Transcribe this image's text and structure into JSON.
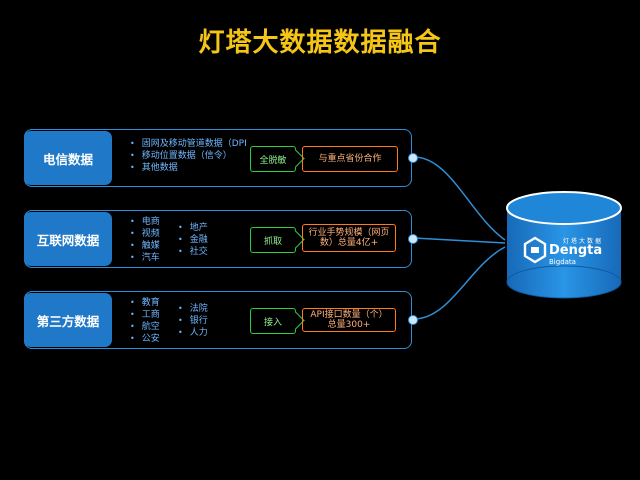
{
  "title": "灯塔大数据数据融合",
  "rows": [
    {
      "label": "电信数据",
      "items_col1": [
        "固网及移动管道数据（DPI",
        "移动位置数据（信令）",
        "其他数据"
      ],
      "items_col2": [],
      "action": "全脱敏",
      "note": "与重点省份合作"
    },
    {
      "label": "互联网数据",
      "items_col1": [
        "电商",
        "视频",
        "触媒",
        "汽车"
      ],
      "items_col2": [
        "地产",
        "金融",
        "社交"
      ],
      "action": "抓取",
      "note": "行业手势规模（网页数）总量4亿+"
    },
    {
      "label": "第三方数据",
      "items_col1": [
        "教育",
        "工商",
        "航空",
        "公安"
      ],
      "items_col2": [
        "法院",
        "银行",
        "人力"
      ],
      "action": "接入",
      "note": "API接口数量（个）总量300+"
    }
  ],
  "database": {
    "logo_cn": "灯塔大数据",
    "logo_en": "Dengta",
    "logo_sub": "Bigdata"
  },
  "colors": {
    "title": "#f5c518",
    "row_border": "#2e8fd6",
    "label_fill": "#1f79c8",
    "action_border": "#2ecc40",
    "note_border": "#ff7a1a",
    "database_fill": "#1c86d9"
  }
}
